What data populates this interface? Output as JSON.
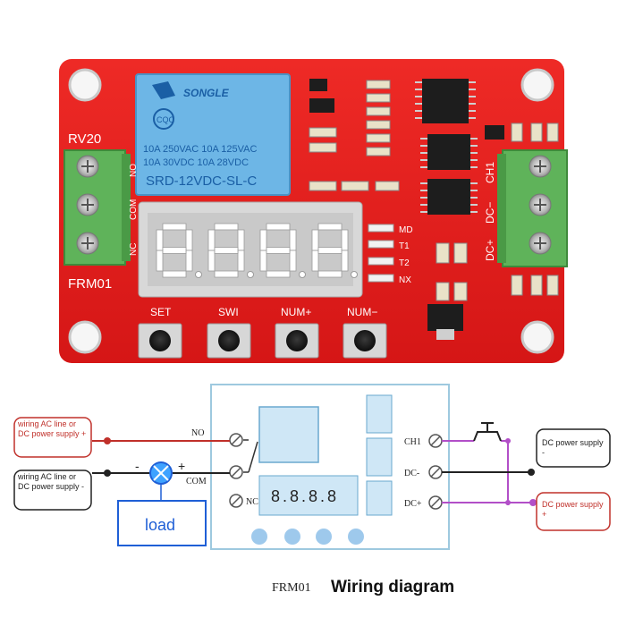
{
  "board": {
    "relay": {
      "brand": "SONGLE",
      "cert": "CQC",
      "rating_line1": "10A 250VAC  10A 125VAC",
      "rating_line2": "10A  30VDC  10A  28VDC",
      "model": "SRD-12VDC-SL-C"
    },
    "silkscreen": {
      "rv": "RV20",
      "model": "FRM01",
      "no": "NO",
      "com": "COM",
      "nc": "NC",
      "ch1": "CH1",
      "dc_minus": "DC−",
      "dc_plus": "DC+",
      "md": "MD",
      "t1": "T1",
      "t2": "T2",
      "nx": "NX"
    },
    "display_digits": "8.8.8.8",
    "buttons": [
      "SET",
      "SWI",
      "NUM+",
      "NUM−"
    ]
  },
  "diagram": {
    "left_top_label": "wiring AC line or DC power supply +",
    "left_bottom_label": "wiring AC line or DC power supply -",
    "load_label": "load",
    "load_minus": "-",
    "load_plus": "+",
    "right_top_label": "DC power supply -",
    "right_bottom_label": "DC power supply +",
    "terminals_left": [
      "NO",
      "COM",
      "NC"
    ],
    "terminals_right": [
      "CH1",
      "DC-",
      "DC+"
    ],
    "display": "8.8.8.8"
  },
  "caption": {
    "model": "FRM01",
    "title": "Wiring diagram"
  },
  "colors": {
    "pcb": "#e11c1c",
    "terminal_green": "#5fb35a",
    "relay_blue": "#6db6e6",
    "wire_red": "#c0302a",
    "wire_purple": "#b24fc8",
    "load_blue": "#1f5fd6"
  }
}
